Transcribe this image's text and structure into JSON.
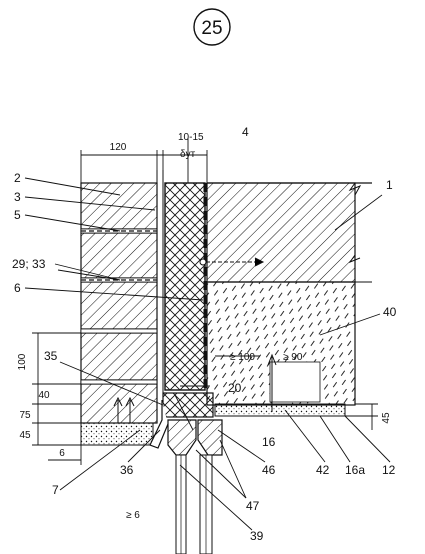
{
  "sheet_number": "25",
  "callouts": {
    "c1": "1",
    "c2": "2",
    "c3": "3",
    "c4": "4",
    "c5": "5",
    "c6": "6",
    "c7": "7",
    "c12": "12",
    "c16": "16",
    "c16a": "16a",
    "c20": "20",
    "c29_33": "29; 33",
    "c35": "35",
    "c36": "36",
    "c39": "39",
    "c40": "40",
    "c42": "42",
    "c46": "46",
    "c47": "47"
  },
  "dimensions": {
    "brick_width": "120",
    "gap": "10-15",
    "insulation_thickness": "δут",
    "d100_left": "100",
    "d40": "40",
    "d75": "75",
    "d45_left": "45",
    "d6_bottom": "6",
    "d6_side": "≥ 6",
    "d100_inner": "≥ 100",
    "d90": "≥ 90",
    "d45_right": "45"
  },
  "colors": {
    "line": "#111111",
    "paper": "#ffffff"
  }
}
